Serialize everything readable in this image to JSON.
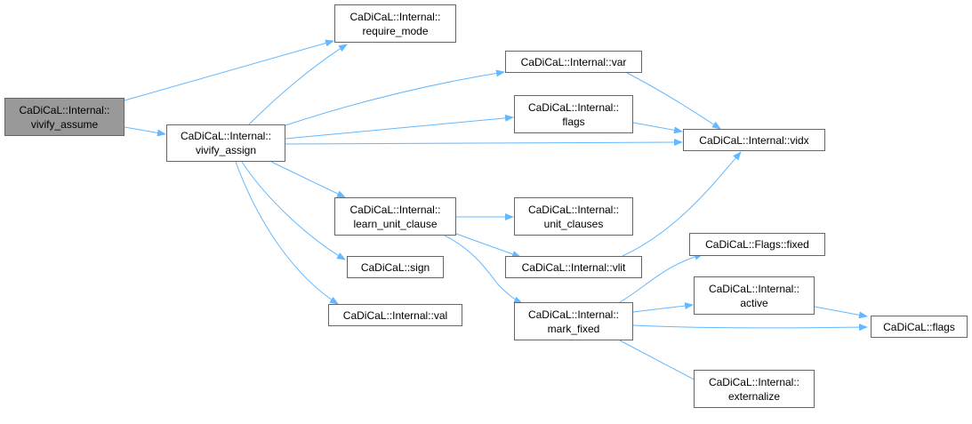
{
  "nodes": {
    "vivify_assume": {
      "l1": "CaDiCaL::Internal::",
      "l2": "vivify_assume"
    },
    "vivify_assign": {
      "l1": "CaDiCaL::Internal::",
      "l2": "vivify_assign"
    },
    "require_mode": {
      "l1": "CaDiCaL::Internal::",
      "l2": "require_mode"
    },
    "var": {
      "l1": "CaDiCaL::Internal::var"
    },
    "iflags": {
      "l1": "CaDiCaL::Internal::",
      "l2": "flags"
    },
    "vidx": {
      "l1": "CaDiCaL::Internal::vidx"
    },
    "learn_unit_clause": {
      "l1": "CaDiCaL::Internal::",
      "l2": "learn_unit_clause"
    },
    "unit_clauses": {
      "l1": "CaDiCaL::Internal::",
      "l2": "unit_clauses"
    },
    "sign": {
      "l1": "CaDiCaL::sign"
    },
    "val": {
      "l1": "CaDiCaL::Internal::val"
    },
    "vlit": {
      "l1": "CaDiCaL::Internal::vlit"
    },
    "flags_fixed": {
      "l1": "CaDiCaL::Flags::fixed"
    },
    "mark_fixed": {
      "l1": "CaDiCaL::Internal::",
      "l2": "mark_fixed"
    },
    "active": {
      "l1": "CaDiCaL::Internal::",
      "l2": "active"
    },
    "flags": {
      "l1": "CaDiCaL::flags"
    },
    "externalize": {
      "l1": "CaDiCaL::Internal::",
      "l2": "externalize"
    }
  },
  "colors": {
    "edge": "#63b8ff",
    "root_fill": "#999999",
    "border": "#666666"
  }
}
